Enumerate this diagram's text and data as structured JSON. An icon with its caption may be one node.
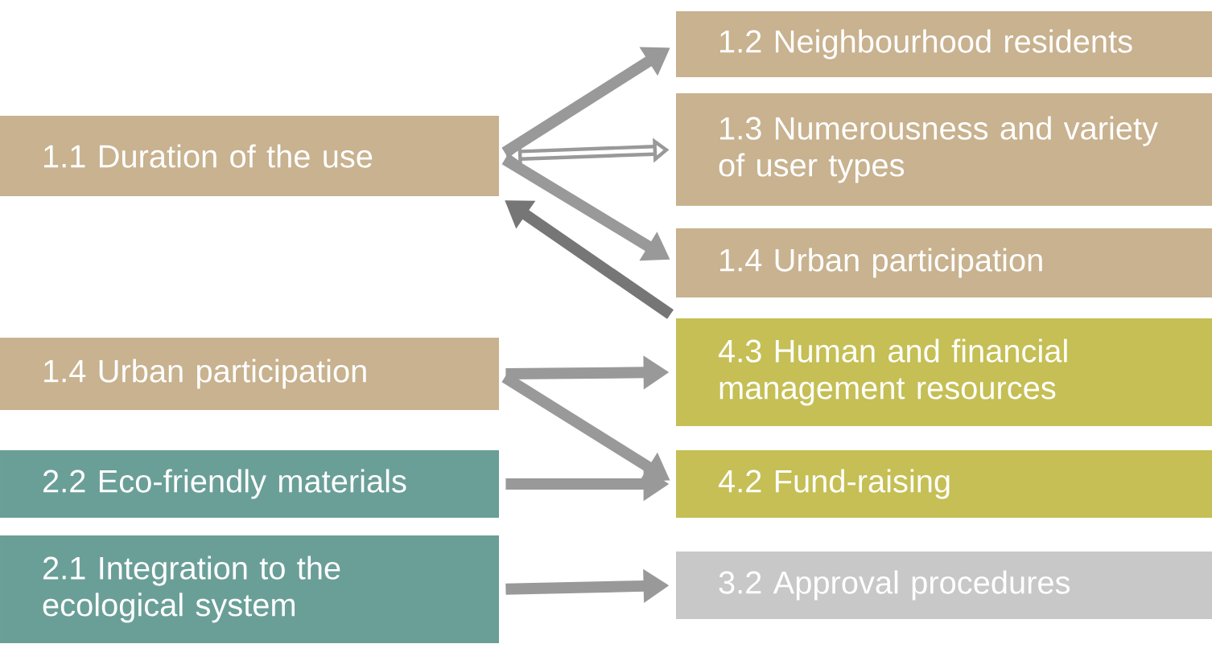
{
  "diagram": {
    "nodes": [
      {
        "text": [
          "1.1 Duration of the use"
        ]
      },
      {
        "text": [
          "1.2 Neighbourhood residents"
        ]
      },
      {
        "text": [
          "1.3 Numerousness and variety of user types"
        ]
      },
      {
        "text": [
          "1.4 Urban participation"
        ]
      },
      {
        "text": [
          "1.4 Urban participation"
        ]
      },
      {
        "text": [
          "4.3 Human and financial management resources"
        ]
      },
      {
        "text": [
          "2.2 Eco-friendly materials"
        ]
      },
      {
        "text": [
          "4.2 Fund-raising"
        ]
      },
      {
        "text": [
          "2.1 Integration to the ecological system"
        ]
      },
      {
        "text": [
          "3.2 Approval procedures"
        ]
      }
    ],
    "edges": [
      {
        "from": 0,
        "to": 1,
        "arrow": "to"
      },
      {
        "from": 0,
        "to": 2,
        "arrow": "both"
      },
      {
        "from": 0,
        "to": 3,
        "arrow": "to"
      },
      {
        "from": 5,
        "to": 0,
        "arrow": "to",
        "color": "#767676"
      },
      {
        "from": 4,
        "to": 5,
        "arrow": "to"
      },
      {
        "from": 4,
        "to": 7,
        "arrow": "to"
      },
      {
        "from": 6,
        "to": 7,
        "arrow": "to"
      },
      {
        "from": 8,
        "to": 9,
        "arrow": "to"
      }
    ]
  }
}
